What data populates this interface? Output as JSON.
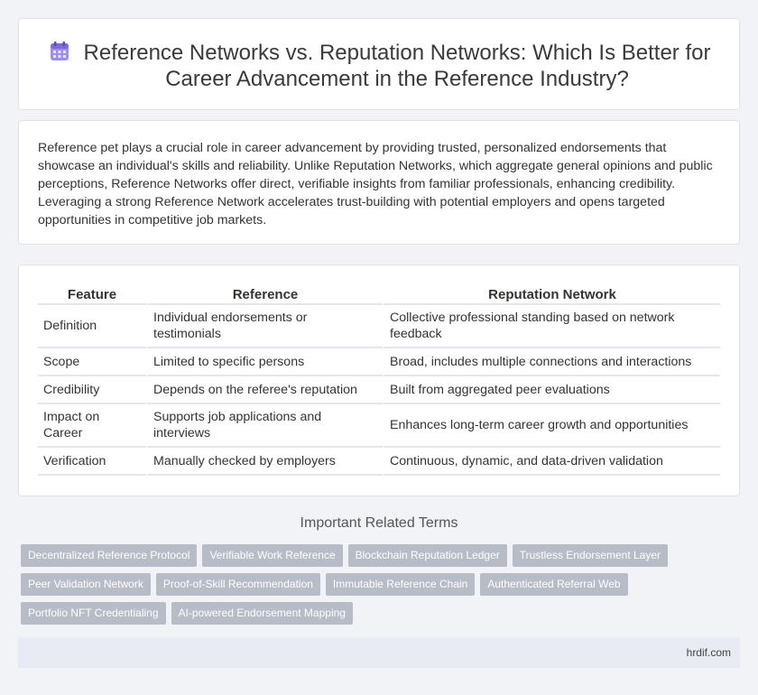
{
  "header": {
    "icon": "calendar-icon",
    "title": "Reference Networks vs. Reputation Networks: Which Is Better for Career Advancement in the Reference Industry?"
  },
  "intro": "Reference pet plays a crucial role in career advancement by providing trusted, personalized endorsements that showcase an individual's skills and reliability. Unlike Reputation Networks, which aggregate general opinions and public perceptions, Reference Networks offer direct, verifiable insights from familiar professionals, enhancing credibility. Leveraging a strong Reference Network accelerates trust-building with potential employers and opens targeted opportunities in competitive job markets.",
  "table": {
    "headers": [
      "Feature",
      "Reference",
      "Reputation Network"
    ],
    "rows": [
      [
        "Definition",
        "Individual endorsements or testimonials",
        "Collective professional standing based on network feedback"
      ],
      [
        "Scope",
        "Limited to specific persons",
        "Broad, includes multiple connections and interactions"
      ],
      [
        "Credibility",
        "Depends on the referee's reputation",
        "Built from aggregated peer evaluations"
      ],
      [
        "Impact on Career",
        "Supports job applications and interviews",
        "Enhances long-term career growth and opportunities"
      ],
      [
        "Verification",
        "Manually checked by employers",
        "Continuous, dynamic, and data-driven validation"
      ]
    ]
  },
  "related": {
    "title": "Important Related Terms",
    "tags": [
      "Decentralized Reference Protocol",
      "Verifiable Work Reference",
      "Blockchain Reputation Ledger",
      "Trustless Endorsement Layer",
      "Peer Validation Network",
      "Proof-of-Skill Recommendation",
      "Immutable Reference Chain",
      "Authenticated Referral Web",
      "Portfolio NFT Credentialing",
      "AI-powered Endorsement Mapping"
    ]
  },
  "footer": {
    "site": "hrdif.com"
  },
  "colors": {
    "accent_icon": "#8f7ce0",
    "tag_bg": "#b8bcc7",
    "footer_bg": "#e8ebf4"
  }
}
